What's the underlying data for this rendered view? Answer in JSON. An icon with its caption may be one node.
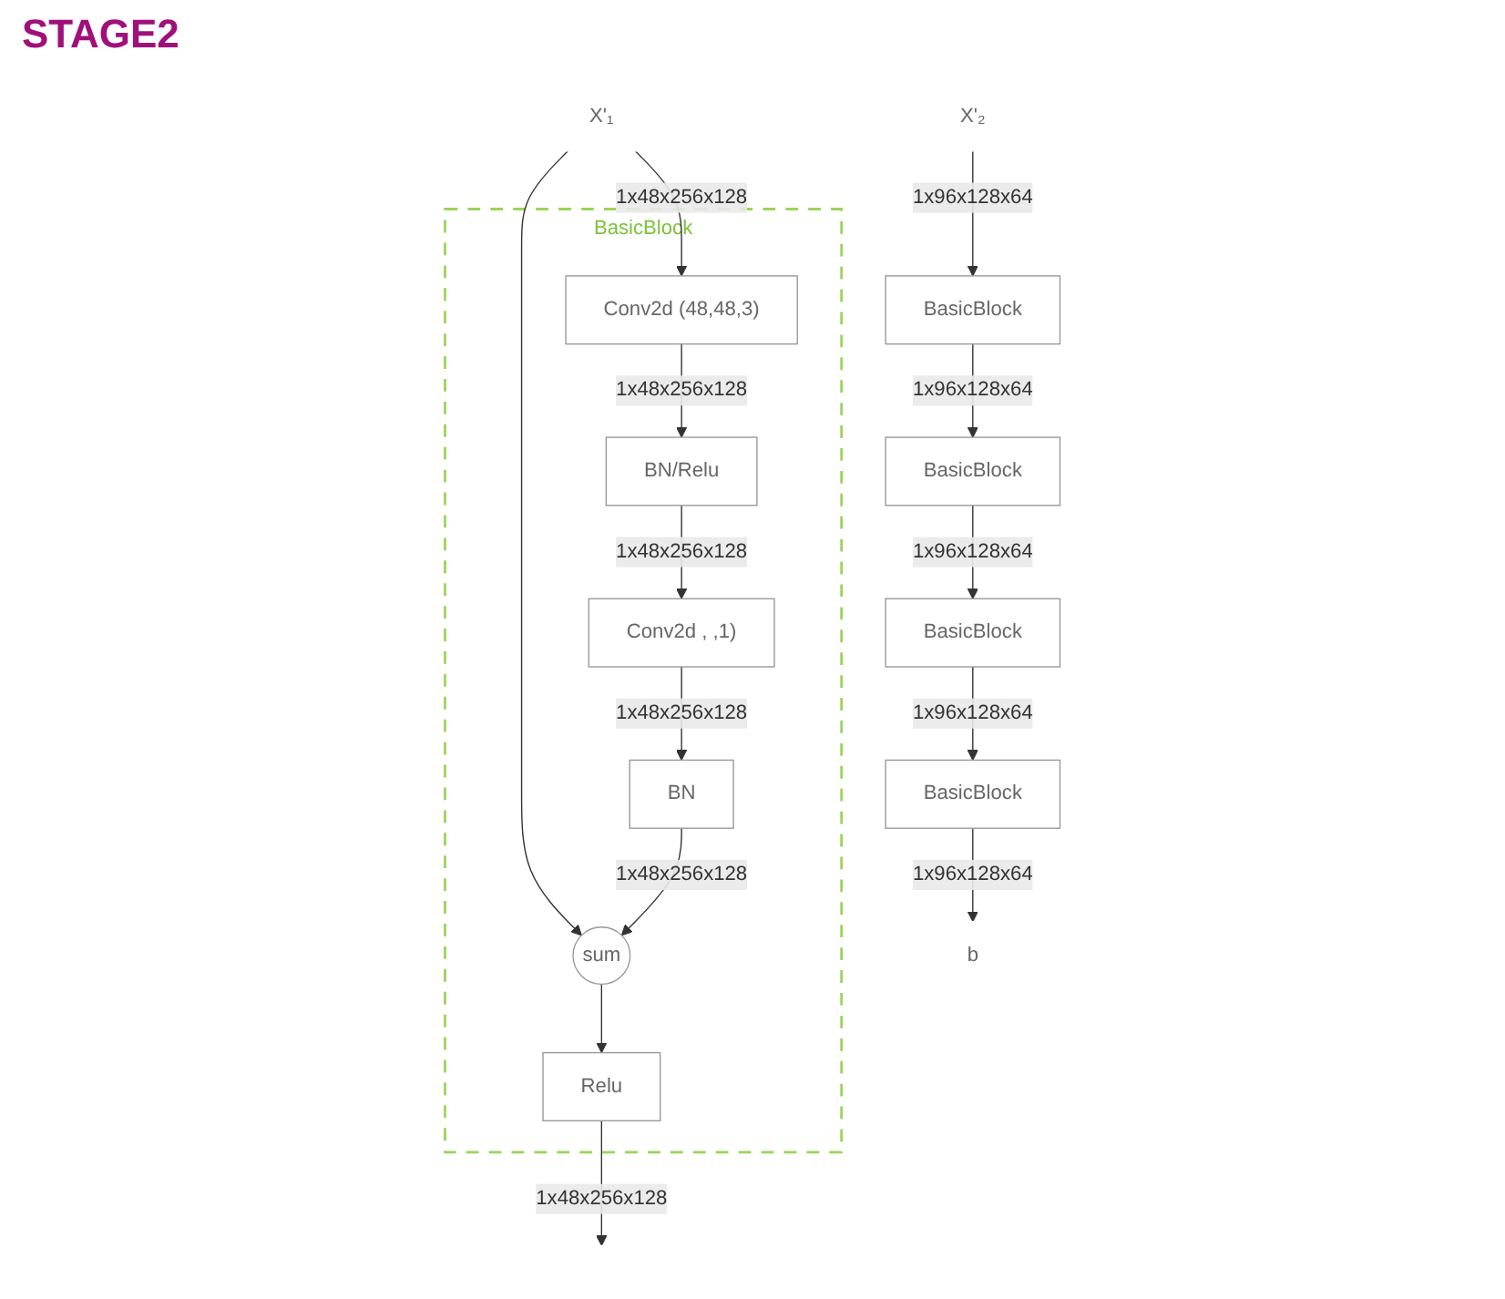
{
  "diagram": {
    "title": "STAGE2",
    "nodes": [
      {
        "text": [
          "X'₁"
        ]
      },
      {
        "text": [
          "BasicBlock"
        ]
      },
      {
        "text": [
          "Conv2d (48,48,3)"
        ],
        "in": 1
      },
      {
        "text": [
          "BN/Relu"
        ],
        "in": 1
      },
      {
        "text": [
          "Conv2d , ,1)"
        ],
        "in": 1
      },
      {
        "text": [
          "BN"
        ],
        "in": 1
      },
      {
        "text": [
          "sum"
        ],
        "in": 1
      },
      {
        "text": [
          "Relu"
        ],
        "in": 1
      },
      {
        "text": [
          "X'₂"
        ]
      },
      {
        "text": [
          "BasicBlock"
        ]
      },
      {
        "text": [
          "BasicBlock"
        ]
      },
      {
        "text": [
          "BasicBlock"
        ]
      },
      {
        "text": [
          "BasicBlock"
        ]
      },
      {
        "text": [
          "b"
        ]
      }
    ],
    "edges": [
      {
        "from": 0,
        "to": 2,
        "arrow": "to",
        "label": "1x48x256x128"
      },
      {
        "from": 0,
        "to": 6,
        "arrow": "to"
      },
      {
        "from": 2,
        "to": 3,
        "arrow": "to",
        "label": "1x48x256x128"
      },
      {
        "from": 3,
        "to": 4,
        "arrow": "to",
        "label": "1x48x256x128"
      },
      {
        "from": 4,
        "to": 5,
        "arrow": "to",
        "label": "1x48x256x128"
      },
      {
        "from": 5,
        "to": 6,
        "arrow": "to",
        "label": "1x48x256x128"
      },
      {
        "from": 6,
        "to": 7,
        "arrow": "to"
      },
      {
        "from": 7,
        "to": null,
        "arrow": "to",
        "label": "1x48x256x128"
      },
      {
        "from": 8,
        "to": 9,
        "arrow": "to",
        "label": "1x96x128x64"
      },
      {
        "from": 9,
        "to": 10,
        "arrow": "to",
        "label": "1x96x128x64"
      },
      {
        "from": 10,
        "to": 11,
        "arrow": "to",
        "label": "1x96x128x64"
      },
      {
        "from": 11,
        "to": 12,
        "arrow": "to",
        "label": "1x96x128x64"
      },
      {
        "from": 12,
        "to": 13,
        "arrow": "to",
        "label": "1x96x128x64"
      }
    ]
  }
}
